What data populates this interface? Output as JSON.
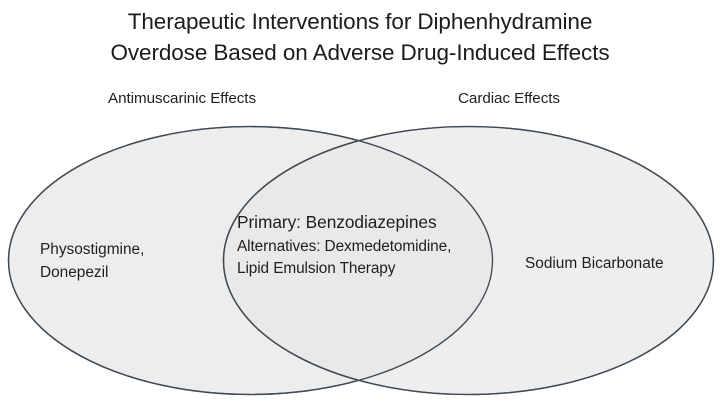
{
  "figure": {
    "type": "venn-diagram",
    "title_lines": [
      "Therapeutic Interventions for Diphenhydramine",
      "Overdose Based on Adverse Drug-Induced Effects"
    ],
    "colors": {
      "background": "#ffffff",
      "ellipse_fill": "#ededed",
      "ellipse_stroke": "#3f4a55",
      "intersection_fill": "#e9e9e9",
      "text": "#1f1f1f",
      "title_text": "#1c1c1c"
    },
    "sets": [
      {
        "id": "antimuscarinic",
        "label": "Antimuscarinic Effects",
        "only_items": [
          "Physostigmine,",
          "Donepezil"
        ]
      },
      {
        "id": "cardiac",
        "label": "Cardiac Effects",
        "only_items": [
          "Sodium Bicarbonate"
        ]
      }
    ],
    "intersection": {
      "primary": "Primary: Benzodiazepines",
      "alternatives": [
        "Alternatives: Dexmedetomidine,",
        "Lipid Emulsion Therapy"
      ]
    }
  }
}
